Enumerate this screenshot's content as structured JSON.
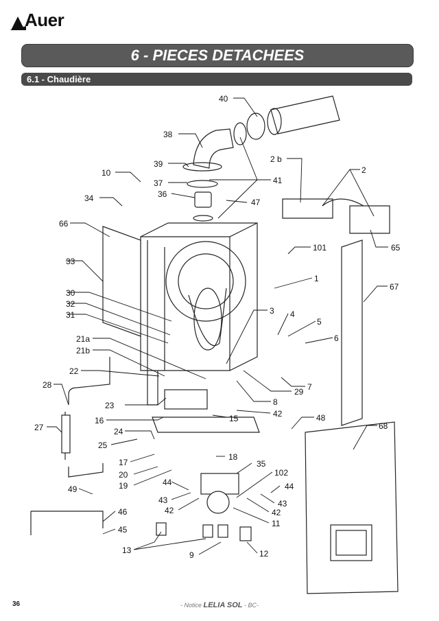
{
  "header": {
    "brand": "Auer"
  },
  "section": {
    "title": "6 - PIECES DETACHEES",
    "subtitle": "6.1 - Chaudière"
  },
  "labels": [
    "40",
    "38",
    "39",
    "37",
    "36",
    "34",
    "10",
    "41",
    "47",
    "66",
    "33",
    "30",
    "32",
    "31",
    "21a",
    "21b",
    "22",
    "28",
    "23",
    "16",
    "15",
    "27",
    "24",
    "25",
    "17",
    "18",
    "20",
    "19",
    "35",
    "44",
    "43",
    "42",
    "102",
    "44",
    "43",
    "42",
    "11",
    "49",
    "46",
    "45",
    "13",
    "9",
    "12",
    "2 b",
    "2",
    "65",
    "101",
    "1",
    "3",
    "4",
    "5",
    "6",
    "7",
    "8",
    "29",
    "42",
    "48",
    "67",
    "68"
  ],
  "footer": {
    "page_number": "36",
    "prefix": "- Notice ",
    "product": "LELIA SOL",
    "suffix": " - BC-"
  }
}
